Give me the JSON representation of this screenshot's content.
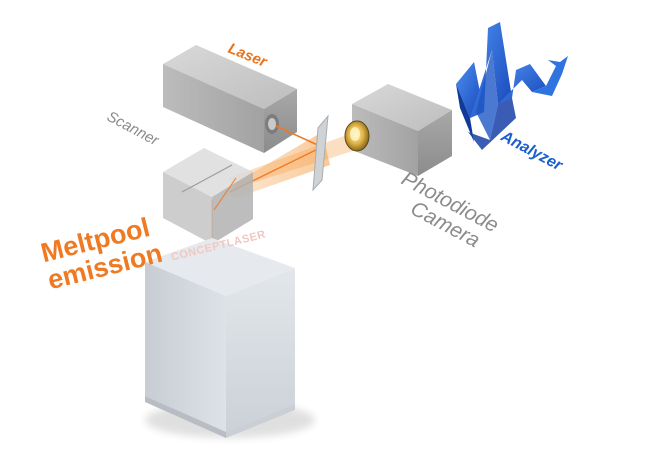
{
  "labels": {
    "laser": "Laser",
    "scanner": "Scanner",
    "analyzer": "Analyzer",
    "photodiode_line1": "Photodiode",
    "photodiode_line2": "Camera",
    "meltpool_line1": "Meltpool",
    "meltpool_line2": "emission",
    "brand": "CONCEPTLASER"
  },
  "colors": {
    "laser_beam": "#f07a22",
    "analyzer_accent": "#1a5fd0",
    "component_gray": "#9a9a9a"
  }
}
